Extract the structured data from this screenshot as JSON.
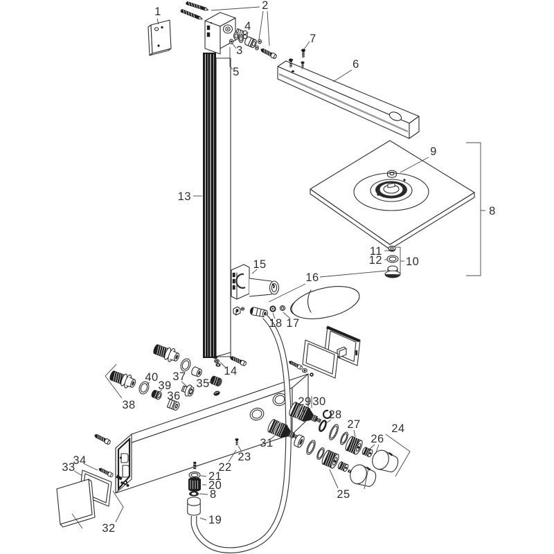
{
  "diagram": {
    "kind": "exploded-parts-diagram",
    "background_color": "#ffffff",
    "line_color": "#2b2b2b",
    "part_labels": {
      "n1": "1",
      "n2": "2",
      "n3": "3",
      "n4": "4",
      "n5": "5",
      "n6": "6",
      "n7": "7",
      "n8_right": "8",
      "n8_bottom": "8",
      "n9": "9",
      "n10": "10",
      "n11": "11",
      "n12": "12",
      "n13": "13",
      "n14": "14",
      "n15": "15",
      "n16": "16",
      "n17": "17",
      "n18": "18",
      "n19": "19",
      "n20": "20",
      "n21": "21",
      "n22": "22",
      "n23": "23",
      "n24": "24",
      "n25": "25",
      "n26": "26",
      "n27": "27",
      "n28": "28",
      "n29": "29",
      "n30": "30",
      "n31": "31",
      "n32": "32",
      "n33": "33",
      "n34": "34",
      "n35": "35",
      "n36": "36",
      "n37": "37",
      "n38": "38",
      "n39": "39",
      "n40": "40"
    }
  }
}
